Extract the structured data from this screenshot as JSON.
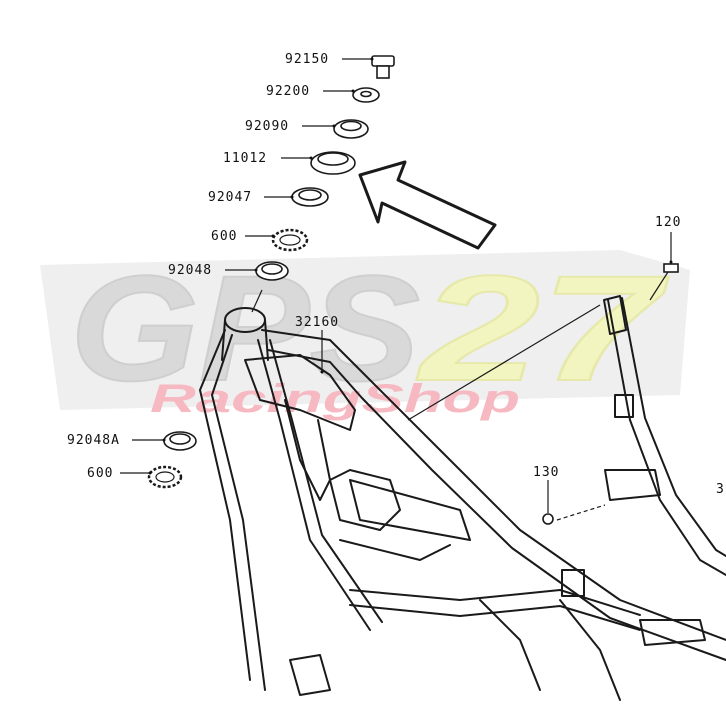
{
  "watermark": {
    "logo_letters": "GPS",
    "logo_number": "27",
    "tagline": "RacingShop"
  },
  "colors": {
    "watermark_gray": "#d9d9d9",
    "watermark_yellow": "#f3f5c0",
    "watermark_pink": "#f6b9c2",
    "line": "#1a1a1a"
  },
  "callouts": [
    {
      "id": "92150",
      "label": "92150"
    },
    {
      "id": "92200",
      "label": "92200"
    },
    {
      "id": "92090",
      "label": "92090"
    },
    {
      "id": "11012",
      "label": "11012"
    },
    {
      "id": "92047",
      "label": "92047"
    },
    {
      "id": "600a",
      "label": "600"
    },
    {
      "id": "92048",
      "label": "92048"
    },
    {
      "id": "32160",
      "label": "32160"
    },
    {
      "id": "92048A",
      "label": "92048A"
    },
    {
      "id": "600b",
      "label": "600"
    },
    {
      "id": "120",
      "label": "120"
    },
    {
      "id": "130",
      "label": "130"
    },
    {
      "id": "edge3",
      "label": "3"
    }
  ]
}
